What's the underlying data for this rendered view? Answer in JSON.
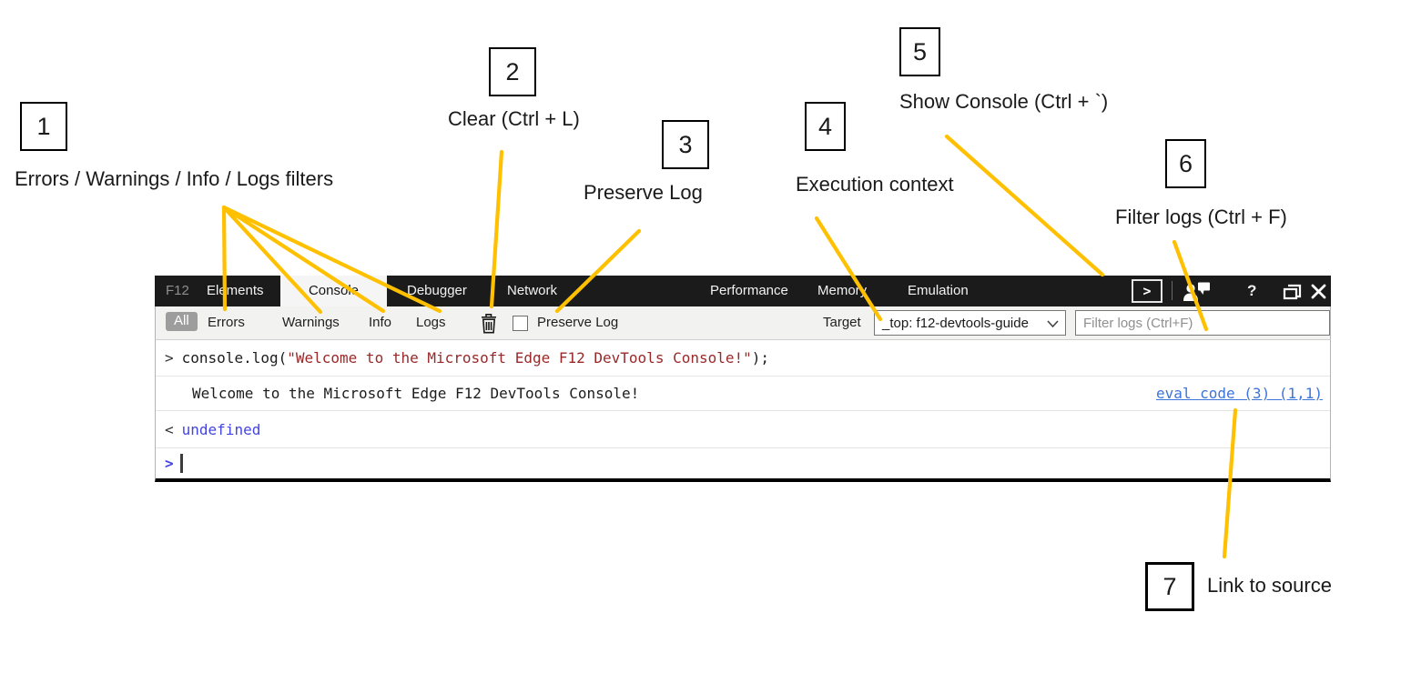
{
  "annotations": {
    "items": [
      {
        "number": "1",
        "label": "Errors / Warnings / Info / Logs filters"
      },
      {
        "number": "2",
        "label": "Clear (Ctrl + L)"
      },
      {
        "number": "3",
        "label": "Preserve Log"
      },
      {
        "number": "4",
        "label": "Execution context"
      },
      {
        "number": "5",
        "label": "Show Console (Ctrl + `)"
      },
      {
        "number": "6",
        "label": "Filter logs (Ctrl + F)"
      },
      {
        "number": "7",
        "label": "Link to source"
      }
    ]
  },
  "devtools": {
    "tabs": [
      "F12",
      "Elements",
      "Console",
      "Debugger",
      "Network",
      "Performance",
      "Memory",
      "Emulation"
    ],
    "selected_tab": "Console",
    "titlebar": {
      "help_label": "?"
    },
    "toolbar": {
      "filters": [
        "All",
        "Errors",
        "Warnings",
        "Info",
        "Logs"
      ],
      "active_filter": "All",
      "preserve_log_label": "Preserve Log",
      "preserve_log_checked": false,
      "target_label": "Target",
      "target_value": "_top: f12-devtools-guide",
      "filter_placeholder": "Filter logs (Ctrl+F)",
      "filter_value": ""
    },
    "console": {
      "input_marker": ">",
      "code_prefix": "console.log(",
      "code_string": "\"Welcome to the Microsoft Edge F12 DevTools Console!\"",
      "code_suffix": ");",
      "output_text": "Welcome to the Microsoft Edge F12 DevTools Console!",
      "source_link": "eval code (3) (1,1)",
      "result_marker": "<",
      "result_value": "undefined",
      "prompt_marker": ">"
    }
  },
  "colors": {
    "annotation_line": "#FFC000",
    "string_literal": "#992929",
    "result_value": "#4444E0",
    "source_link": "#3C74DA",
    "tabbar_bg": "#1B1B1B",
    "active_filter_bg": "#9D9D9D"
  }
}
